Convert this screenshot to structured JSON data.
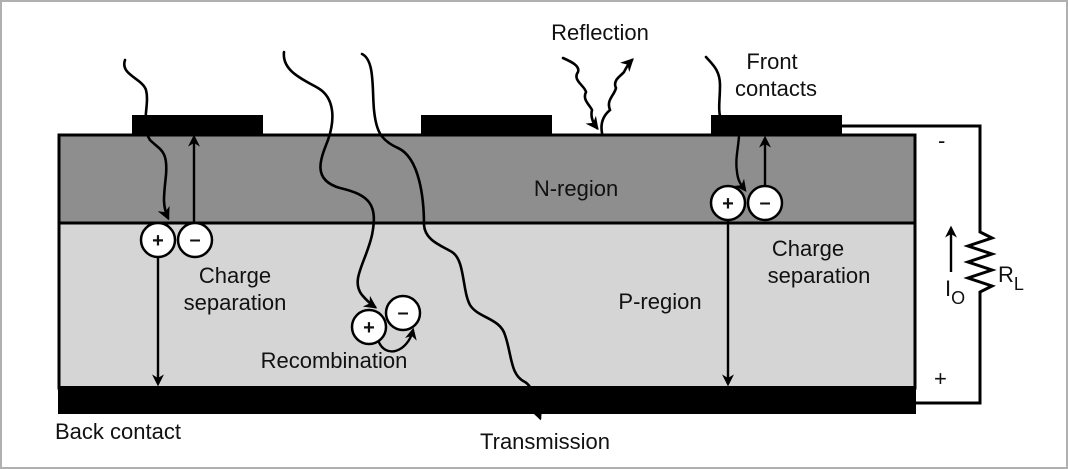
{
  "labels": {
    "reflection": "Reflection",
    "front_contacts_line1": "Front",
    "front_contacts_line2": "contacts",
    "n_region": "N-region",
    "p_region": "P-region",
    "charge_separation_left_line1": "Charge",
    "charge_separation_left_line2": "separation",
    "charge_separation_right_line1": "Charge",
    "charge_separation_right_line2": "separation",
    "recombination": "Recombination",
    "back_contact": "Back contact",
    "transmission": "Transmission",
    "current": "I",
    "current_sub": "O",
    "resistor": "R",
    "resistor_sub": "L",
    "minus_terminal": "-",
    "plus_terminal": "+",
    "hole_symbol": "+",
    "electron_symbol": "–"
  },
  "colors": {
    "n_region": "#8e8e8e",
    "p_region": "#d5d5d5",
    "contact": "#000000"
  }
}
